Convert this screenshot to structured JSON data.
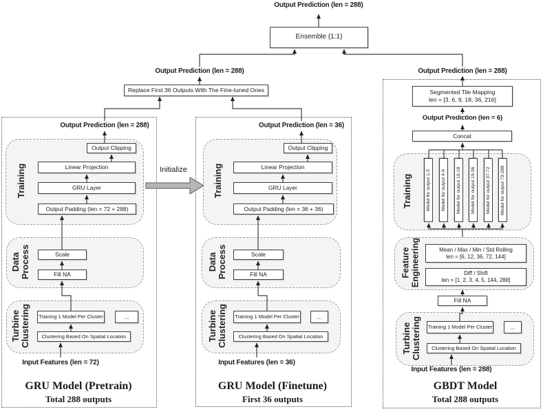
{
  "ensemble": {
    "output_label": "Output Prediction (len = 288)",
    "box": "Ensemble (1:1)"
  },
  "merge": {
    "output_label": "Output Prediction (len = 288)",
    "replace_box": "Replace First 36 Outputs With The Fine-tuned Ones"
  },
  "initialize_label": "Initialize",
  "gru_pretrain": {
    "output_label": "Output Prediction (len = 288)",
    "training": {
      "label": "Training",
      "output_clipping": "Output Clipping",
      "linear_projection": "Linear Projection",
      "gru_layer": "GRU Layer",
      "output_padding": "Output Padding (len = 72 + 288)"
    },
    "data_process": {
      "label": "Data\nProcess",
      "scale": "Scale",
      "fill_na": "Fill NA"
    },
    "turbine_clustering": {
      "label": "Turbine\nClustering",
      "train_per_cluster": "Training 1 Model Per Cluster",
      "more": "...",
      "clustering": "Clustering Based On Spatial Location"
    },
    "input_label": "Input Features (len = 72)",
    "title": "GRU Model (Pretrain)",
    "subtitle": "Total 288 outputs"
  },
  "gru_finetune": {
    "output_label": "Output Prediction (len = 36)",
    "training": {
      "label": "Training",
      "output_clipping": "Output Clipping",
      "linear_projection": "Linear Projection",
      "gru_layer": "GRU Layer",
      "output_padding": "Output Padding (len = 36 + 36)"
    },
    "data_process": {
      "label": "Data\nProcess",
      "scale": "Scale",
      "fill_na": "Fill NA"
    },
    "turbine_clustering": {
      "label": "Turbine\nClustering",
      "train_per_cluster": "Training 1 Model Per Cluster",
      "more": "...",
      "clustering": "Clustering Based On Spatial Location"
    },
    "input_label": "Input Features (len = 36)",
    "title": "GRU Model (Finetune)",
    "subtitle": "First 36 outputs"
  },
  "gbdt": {
    "output_label": "Output Prediction (len = 288)",
    "segmented_tile_mapping": {
      "line1": "Segmented Tile Mapping",
      "line2": "len = [3, 6, 9, 18, 36, 216]"
    },
    "output_label_mid": "Output Prediction (len = 6)",
    "concat": "Concat",
    "training": {
      "label": "Training",
      "models": [
        "Model for output 1-3",
        "Model for output 4-9",
        "Model for output 10-18",
        "Model for output 19-36",
        "Model for output 37-72",
        "Model for output 73-288"
      ]
    },
    "feature_engineering": {
      "label": "Feature\nEngineering",
      "rolling": {
        "line1": "Mean / Max / Min / Std Rolling",
        "line2": "len = [6, 12, 36, 72, 144]"
      },
      "diff": {
        "line1": "Diff / Shift",
        "line2": "len = [1, 2, 3, 4, 5, 144, 288]"
      }
    },
    "fill_na": "Fill NA",
    "turbine_clustering": {
      "label": "Turbine\nClustering",
      "train_per_cluster": "Training 1 Model Per Cluster",
      "more": "...",
      "clustering": "Clustering Based On Spatial Location"
    },
    "input_label": "Input Features (len = 288)",
    "title": "GBDT Model",
    "subtitle": "Total 288 outputs"
  }
}
